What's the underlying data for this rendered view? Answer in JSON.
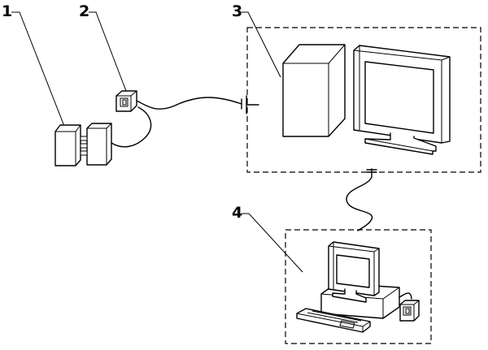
{
  "labels": {
    "label_1": "1",
    "label_2": "2",
    "label_3": "3",
    "label_4": "4"
  }
}
